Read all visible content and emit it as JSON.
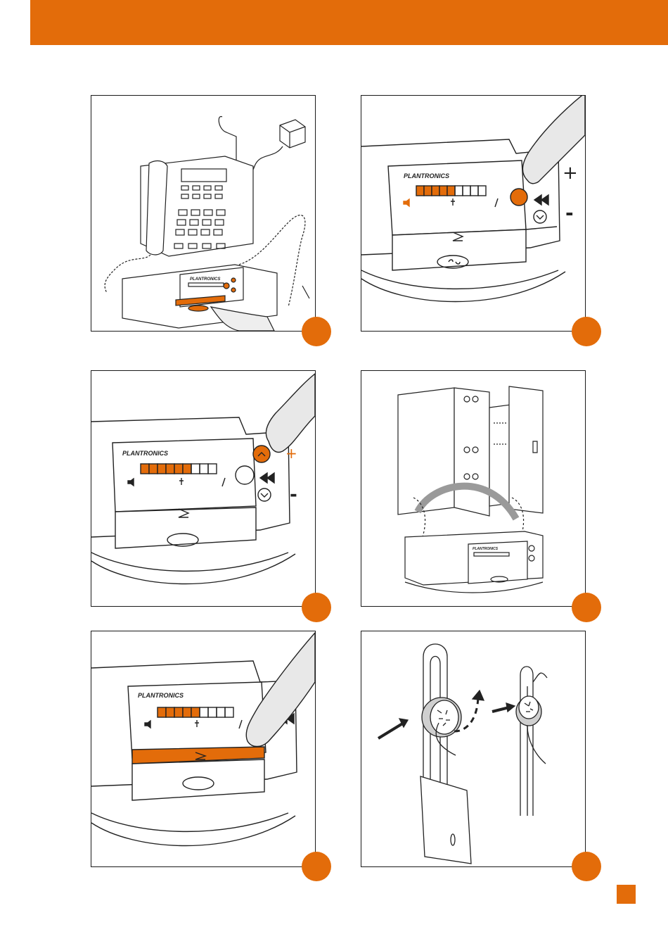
{
  "page": {
    "accent_color": "#e36c0a",
    "brand": "PLANTRONICS",
    "plus_sign": "+",
    "minus_sign": "-"
  },
  "figures": [
    {
      "id": 1,
      "depicts": "telephone-with-amplifier-setup"
    },
    {
      "id": 2,
      "depicts": "press-rewind-button"
    },
    {
      "id": 3,
      "depicts": "press-volume-up-button"
    },
    {
      "id": 4,
      "depicts": "attach-base-stand"
    },
    {
      "id": 5,
      "depicts": "press-mute-bar"
    },
    {
      "id": 6,
      "depicts": "fit-headset-earpiece"
    }
  ]
}
